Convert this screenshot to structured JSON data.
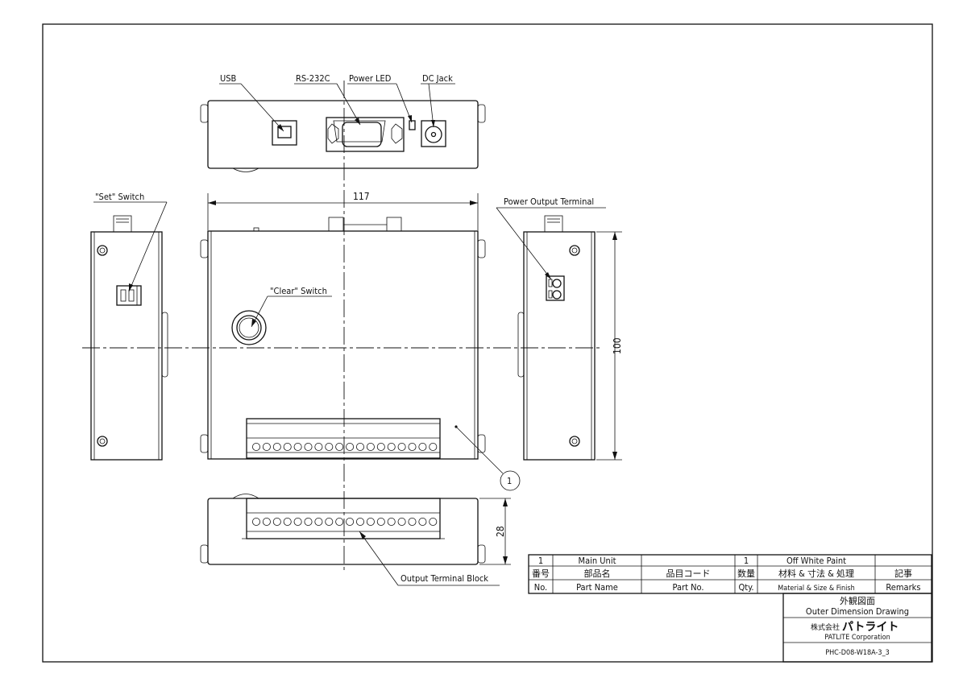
{
  "labels": {
    "usb": "USB",
    "rs232c": "RS-232C",
    "power_led": "Power LED",
    "dc_jack": "DC Jack",
    "set_switch": "\"Set\" Switch",
    "clear_switch": "\"Clear\" Switch",
    "power_output_terminal": "Power Output Terminal",
    "output_terminal_block": "Output Terminal Block"
  },
  "dimensions": {
    "width": "117",
    "height": "100",
    "depth": "28"
  },
  "balloon": "1",
  "parts_table": {
    "row": {
      "no": "1",
      "part_name": "Main Unit",
      "part_no": "",
      "qty": "1",
      "material": "Off White Paint",
      "remarks": ""
    },
    "headers_jp": {
      "no": "番号",
      "part_name": "部品名",
      "part_no": "品目コード",
      "qty": "数量",
      "material": "材料 & 寸法 & 処理",
      "remarks": "記事"
    },
    "headers_en": {
      "no": "No.",
      "part_name": "Part Name",
      "part_no": "Part No.",
      "qty": "Qty.",
      "material": "Material & Size & Finish",
      "remarks": "Remarks"
    }
  },
  "title_block": {
    "title_jp": "外観図面",
    "title_en": "Outer Dimension Drawing",
    "company_prefix_jp": "株式会社",
    "company_jp": "パトライト",
    "company_en": "PATLITE Corporation",
    "drawing_no": "PHC-D08-W18A-3_3"
  }
}
